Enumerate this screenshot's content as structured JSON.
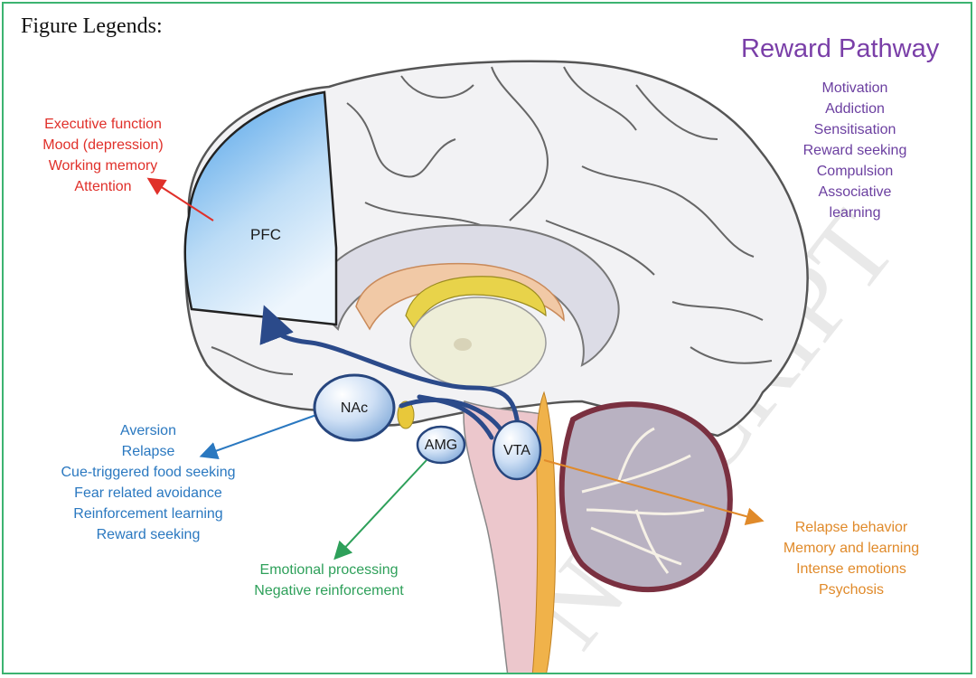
{
  "header": {
    "figure_legends": "Figure Legends:"
  },
  "title": "Reward Pathway",
  "reward_pathway_items": [
    "Motivation",
    "Addiction",
    "Sensitisation",
    "Reward seeking",
    "Compulsion",
    "Associative",
    "learning"
  ],
  "regions": {
    "pfc": {
      "label": "PFC",
      "functions": [
        "Executive function",
        "Mood (depression)",
        "Working memory",
        "Attention"
      ],
      "color": "#e0302a"
    },
    "nac": {
      "label": "NAc",
      "functions": [
        "Aversion",
        "Relapse",
        "Cue-triggered food seeking",
        "Fear related avoidance",
        "Reinforcement learning",
        "Reward seeking"
      ],
      "color": "#2a78c0"
    },
    "amg": {
      "label": "AMG",
      "functions": [
        "Emotional processing",
        "Negative reinforcement"
      ],
      "color": "#2ea05a"
    },
    "vta": {
      "label": "VTA",
      "functions": [
        "Relapse behavior",
        "Memory and learning",
        "Intense emotions",
        "Psychosis"
      ],
      "color": "#e08a2a"
    }
  },
  "watermark": "NUSCRIPT",
  "colors": {
    "border": "#3cb371",
    "title": "#7a3fa8",
    "pathway": "#2b4a8a"
  }
}
